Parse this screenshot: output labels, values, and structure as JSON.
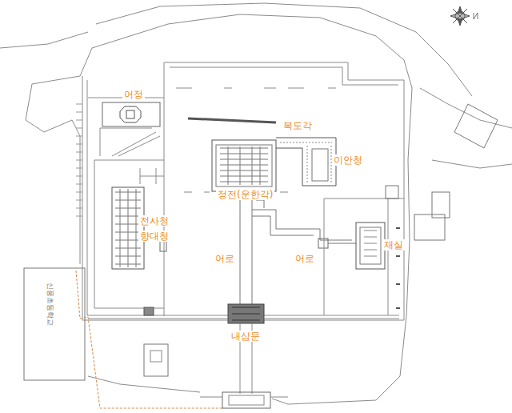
{
  "diagram": {
    "labels": [
      "어정",
      "복도각",
      "이안청",
      "정전(운한각)",
      "전사청",
      "향대청",
      "어로",
      "어로",
      "재실",
      "내삼문",
      "신풍초등학교"
    ]
  }
}
